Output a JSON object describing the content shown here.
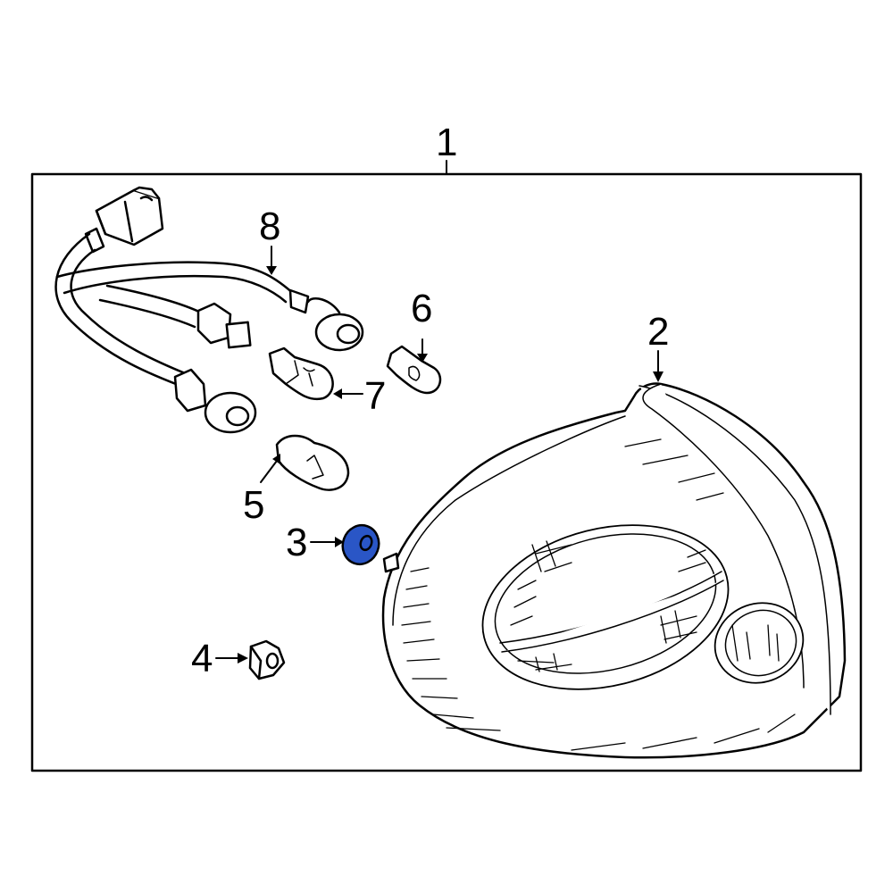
{
  "diagram": {
    "type": "exploded parts diagram",
    "subject": "Tail lamp assembly",
    "highlight_color": "#2a56c6",
    "line_color": "#000000",
    "background": "#ffffff"
  },
  "callouts": [
    {
      "id": "1",
      "label": "1",
      "part": "lamp-assembly"
    },
    {
      "id": "2",
      "label": "2",
      "part": "lens-housing"
    },
    {
      "id": "3",
      "label": "3",
      "part": "grommet",
      "highlighted": true
    },
    {
      "id": "4",
      "label": "4",
      "part": "nut"
    },
    {
      "id": "5",
      "label": "5",
      "part": "bulb-large"
    },
    {
      "id": "6",
      "label": "6",
      "part": "bulb-small"
    },
    {
      "id": "7",
      "label": "7",
      "part": "wedge-bulb"
    },
    {
      "id": "8",
      "label": "8",
      "part": "wiring-harness"
    }
  ]
}
